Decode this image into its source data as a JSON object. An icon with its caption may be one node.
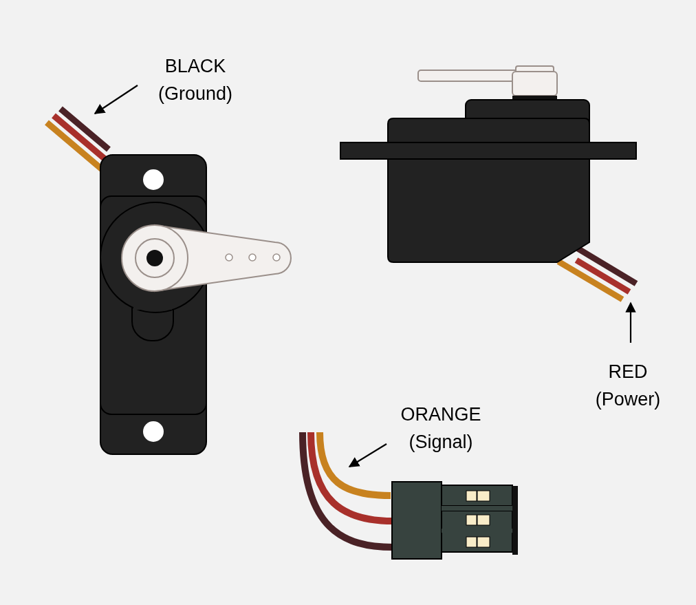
{
  "diagram": {
    "nodes": [
      {
        "text": [
          "BLACK (Ground)"
        ]
      },
      {
        "text": [],
        "shape": "wire"
      },
      {
        "text": [
          "RED (Power)"
        ]
      },
      {
        "text": [],
        "shape": "wire"
      },
      {
        "text": [
          "ORANGE (Signal)"
        ]
      },
      {
        "text": [],
        "shape": "wire"
      }
    ],
    "edges": [
      {
        "from": 0,
        "to": 1,
        "arrow": "to"
      },
      {
        "from": 2,
        "to": 3,
        "arrow": "to"
      },
      {
        "from": 4,
        "to": 5,
        "arrow": "to"
      }
    ]
  }
}
